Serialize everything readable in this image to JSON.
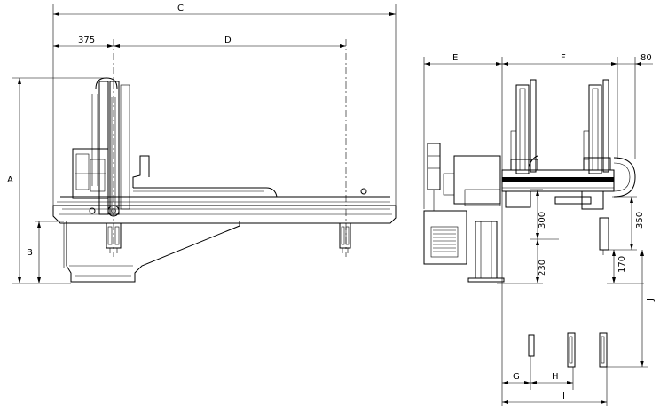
{
  "dimensions": {
    "C": "C",
    "d375": "375",
    "D": "D",
    "A": "A",
    "B": "B",
    "E": "E",
    "F": "F",
    "d80": "80",
    "d300": "300",
    "d350": "350",
    "d230": "230",
    "d170": "170",
    "J": "J",
    "G": "G",
    "H": "H",
    "I": "I"
  }
}
